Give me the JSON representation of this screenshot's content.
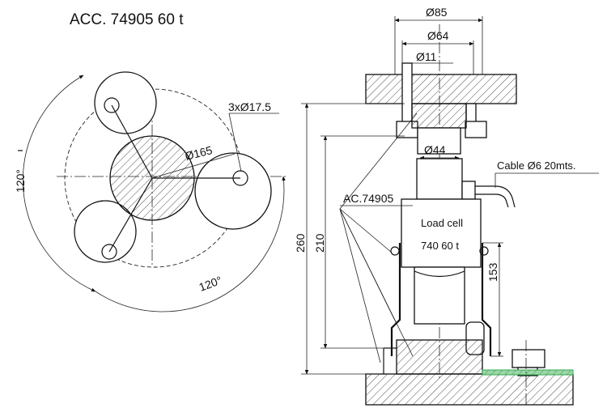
{
  "title": "ACC. 74905 60 t",
  "plan_view": {
    "angle_left": "120°",
    "angle_bottom": "120°",
    "hole_label": "3xØ17.5",
    "pcd_label": "Ø165"
  },
  "elevation_view": {
    "dia_top": "Ø85",
    "dia_mid": "Ø64",
    "dia_hole": "Ø11",
    "dia_cell": "Ø44",
    "cable_label": "Cable Ø6 20mts.",
    "accessory_label": "AC.74905",
    "load_cell_line1": "Load cell",
    "load_cell_line2": "740 60 t",
    "dim_260": "260",
    "dim_210": "210",
    "dim_153": "153"
  },
  "colors": {
    "line": "#111111",
    "hatch_fill": "#ffffff",
    "green_plate": "#2fa84f"
  }
}
